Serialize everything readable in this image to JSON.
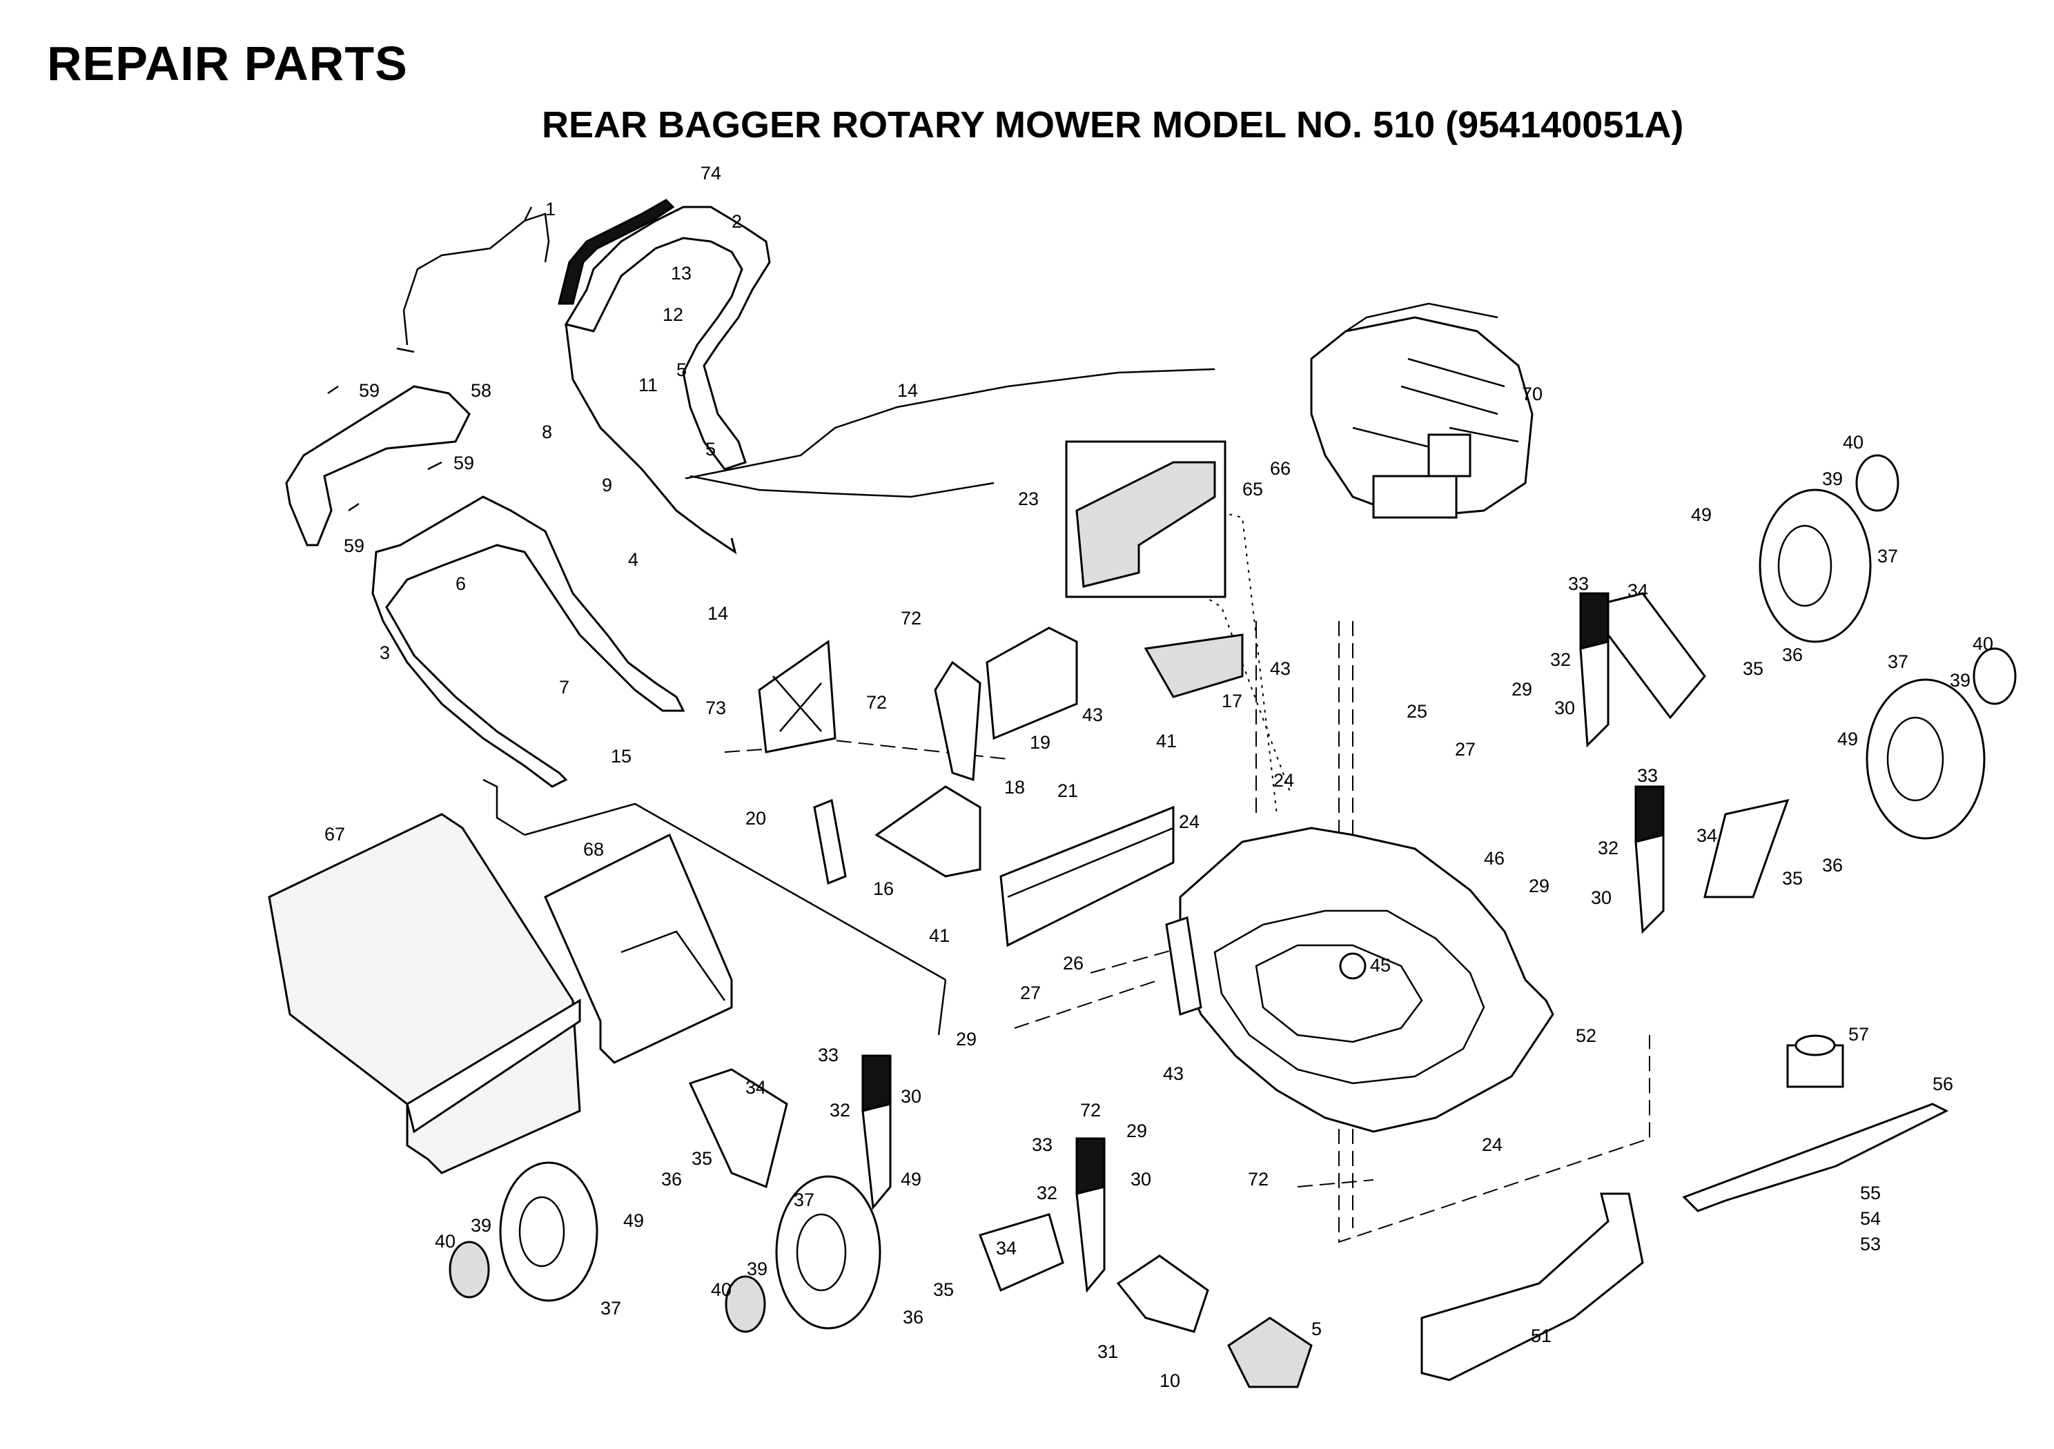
{
  "header": {
    "title": "REPAIR PARTS",
    "subtitle": "REAR BAGGER ROTARY MOWER MODEL NO.  510 (954140051A)"
  },
  "callouts": [
    "1",
    "74",
    "2",
    "13",
    "12",
    "11",
    "5",
    "14",
    "58",
    "59",
    "59",
    "8",
    "9",
    "5",
    "59",
    "6",
    "4",
    "14",
    "3",
    "7",
    "15",
    "70",
    "23",
    "66",
    "65",
    "40",
    "39",
    "37",
    "49",
    "33",
    "34",
    "32",
    "35",
    "36",
    "72",
    "73",
    "72",
    "19",
    "43",
    "17",
    "43",
    "24",
    "25",
    "27",
    "29",
    "30",
    "37",
    "40",
    "39",
    "49",
    "33",
    "32",
    "34",
    "35",
    "36",
    "21",
    "41",
    "18",
    "20",
    "16",
    "24",
    "46",
    "29",
    "30",
    "41",
    "67",
    "68",
    "45",
    "26",
    "27",
    "34",
    "29",
    "33",
    "30",
    "32",
    "52",
    "43",
    "72",
    "57",
    "56",
    "24",
    "29",
    "33",
    "30",
    "32",
    "36",
    "35",
    "49",
    "37",
    "39",
    "40",
    "49",
    "34",
    "37",
    "40",
    "39",
    "35",
    "36",
    "72",
    "55",
    "54",
    "53",
    "31",
    "5",
    "10",
    "51"
  ]
}
